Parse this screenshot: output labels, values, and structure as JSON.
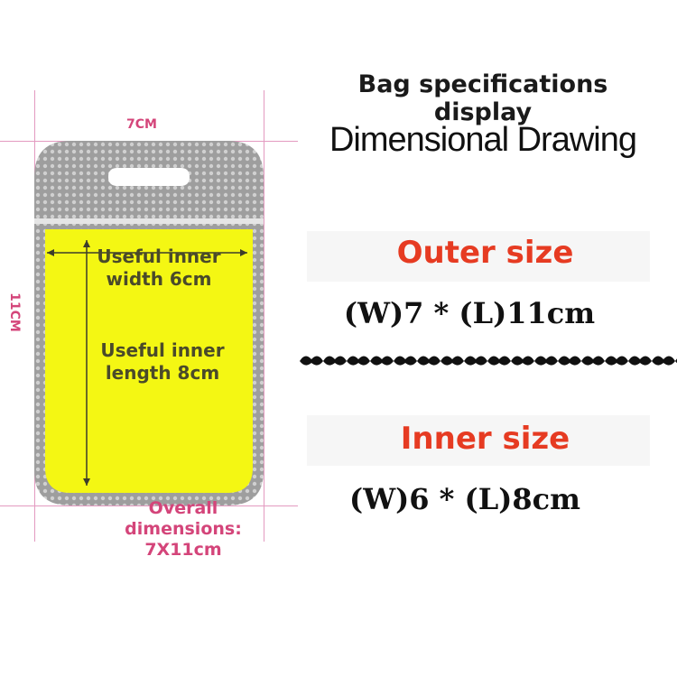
{
  "header": {
    "title": "Bag specifications display",
    "subtitle": "Dimensional Drawing"
  },
  "outer": {
    "heading": "Outer size",
    "value": "(W)7 * (L)11cm"
  },
  "inner": {
    "heading": "Inner size",
    "value": "(W)6 * (L)8cm"
  },
  "dimensions": {
    "width_label": "7CM",
    "height_label": "11CM",
    "overall_line1": "Overall",
    "overall_line2": "dimensions:",
    "overall_line3": "7X11cm"
  },
  "bag": {
    "inner_width_line1": "Useful inner",
    "inner_width_line2": "width 6cm",
    "inner_length_line1": "Useful inner",
    "inner_length_line2": "length 8cm"
  },
  "colors": {
    "accent_red": "#e63b22",
    "dimension_pink": "#d4457a",
    "bag_yellow": "#f4f713",
    "bag_gray": "#a9a9a9"
  }
}
